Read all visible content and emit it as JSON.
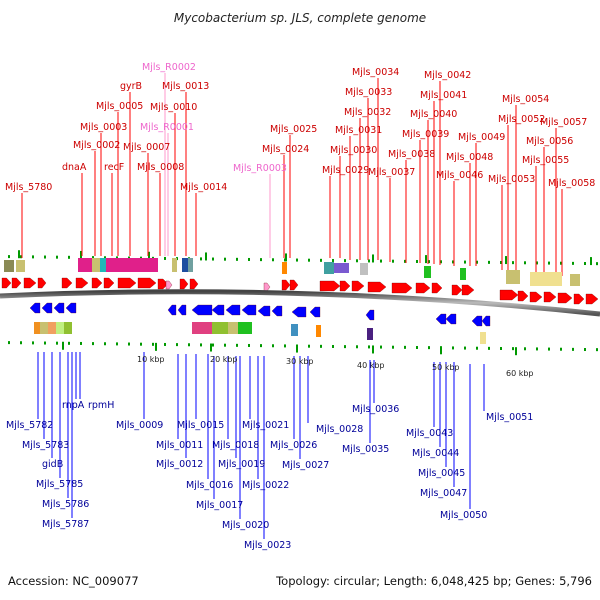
{
  "title": "Mycobacterium sp. JLS, complete genome",
  "footer": {
    "accession": "Accession: NC_009077",
    "summary": "Topology: circular; Length: 6,048,425 bp; Genes: 5,796"
  },
  "colors": {
    "forward_gene": "#ff0000",
    "reverse_gene": "#0000ff",
    "rna_gene": "#ff99cc",
    "forward_label": "#cc0000",
    "reverse_label": "#000099",
    "rna_label": "#ee66cc",
    "backbone": "#777777",
    "tick": "#009900"
  },
  "scale_labels": [
    "10 kbp",
    "20 kbp",
    "30 kbp",
    "40 kbp",
    "50 kbp",
    "60 kbp"
  ],
  "top_labels": [
    {
      "text": "Mjls_5780",
      "kind": "forward"
    },
    {
      "text": "dnaA",
      "kind": "forward"
    },
    {
      "text": "Mjls_0002",
      "kind": "forward"
    },
    {
      "text": "Mjls_0003",
      "kind": "forward"
    },
    {
      "text": "recF",
      "kind": "forward"
    },
    {
      "text": "Mjls_0005",
      "kind": "forward"
    },
    {
      "text": "gyrB",
      "kind": "forward"
    },
    {
      "text": "Mjls_0007",
      "kind": "forward"
    },
    {
      "text": "Mjls_0008",
      "kind": "forward"
    },
    {
      "text": "Mjls_R0001",
      "kind": "rna"
    },
    {
      "text": "Mjls_R0002",
      "kind": "rna"
    },
    {
      "text": "Mjls_0010",
      "kind": "forward"
    },
    {
      "text": "Mjls_0013",
      "kind": "forward"
    },
    {
      "text": "Mjls_0014",
      "kind": "forward"
    },
    {
      "text": "Mjls_R0003",
      "kind": "rna"
    },
    {
      "text": "Mjls_0024",
      "kind": "forward"
    },
    {
      "text": "Mjls_0025",
      "kind": "forward"
    },
    {
      "text": "Mjls_0029",
      "kind": "forward"
    },
    {
      "text": "Mjls_0030",
      "kind": "forward"
    },
    {
      "text": "Mjls_0031",
      "kind": "forward"
    },
    {
      "text": "Mjls_0032",
      "kind": "forward"
    },
    {
      "text": "Mjls_0033",
      "kind": "forward"
    },
    {
      "text": "Mjls_0034",
      "kind": "forward"
    },
    {
      "text": "Mjls_0037",
      "kind": "forward"
    },
    {
      "text": "Mjls_0038",
      "kind": "forward"
    },
    {
      "text": "Mjls_0039",
      "kind": "forward"
    },
    {
      "text": "Mjls_0040",
      "kind": "forward"
    },
    {
      "text": "Mjls_0041",
      "kind": "forward"
    },
    {
      "text": "Mjls_0042",
      "kind": "forward"
    },
    {
      "text": "Mjls_0046",
      "kind": "forward"
    },
    {
      "text": "Mjls_0048",
      "kind": "forward"
    },
    {
      "text": "Mjls_0049",
      "kind": "forward"
    },
    {
      "text": "Mjls_0053",
      "kind": "forward"
    },
    {
      "text": "Mjls_0052",
      "kind": "forward"
    },
    {
      "text": "Mjls_0054",
      "kind": "forward"
    },
    {
      "text": "Mjls_0055",
      "kind": "forward"
    },
    {
      "text": "Mjls_0056",
      "kind": "forward"
    },
    {
      "text": "Mjls_0057",
      "kind": "forward"
    },
    {
      "text": "Mjls_0058",
      "kind": "forward"
    }
  ],
  "bottom_labels": [
    {
      "text": "Mjls_5782",
      "kind": "reverse"
    },
    {
      "text": "Mjls_5783",
      "kind": "reverse"
    },
    {
      "text": "gidB",
      "kind": "reverse"
    },
    {
      "text": "Mjls_5785",
      "kind": "reverse"
    },
    {
      "text": "Mjls_5786",
      "kind": "reverse"
    },
    {
      "text": "Mjls_5787",
      "kind": "reverse"
    },
    {
      "text": "rnpA",
      "kind": "reverse"
    },
    {
      "text": "rpmH",
      "kind": "reverse"
    },
    {
      "text": "Mjls_0009",
      "kind": "reverse"
    },
    {
      "text": "Mjls_0011",
      "kind": "reverse"
    },
    {
      "text": "Mjls_0012",
      "kind": "reverse"
    },
    {
      "text": "Mjls_0015",
      "kind": "reverse"
    },
    {
      "text": "Mjls_0016",
      "kind": "reverse"
    },
    {
      "text": "Mjls_0017",
      "kind": "reverse"
    },
    {
      "text": "Mjls_0018",
      "kind": "reverse"
    },
    {
      "text": "Mjls_0019",
      "kind": "reverse"
    },
    {
      "text": "Mjls_0020",
      "kind": "reverse"
    },
    {
      "text": "Mjls_0021",
      "kind": "reverse"
    },
    {
      "text": "Mjls_0022",
      "kind": "reverse"
    },
    {
      "text": "Mjls_0023",
      "kind": "reverse"
    },
    {
      "text": "Mjls_0026",
      "kind": "reverse"
    },
    {
      "text": "Mjls_0027",
      "kind": "reverse"
    },
    {
      "text": "Mjls_0028",
      "kind": "reverse"
    },
    {
      "text": "Mjls_0035",
      "kind": "reverse"
    },
    {
      "text": "Mjls_0036",
      "kind": "reverse"
    },
    {
      "text": "Mjls_0043",
      "kind": "reverse"
    },
    {
      "text": "Mjls_0044",
      "kind": "reverse"
    },
    {
      "text": "Mjls_0045",
      "kind": "reverse"
    },
    {
      "text": "Mjls_0047",
      "kind": "reverse"
    },
    {
      "text": "Mjls_0050",
      "kind": "reverse"
    },
    {
      "text": "Mjls_0051",
      "kind": "reverse"
    }
  ]
}
